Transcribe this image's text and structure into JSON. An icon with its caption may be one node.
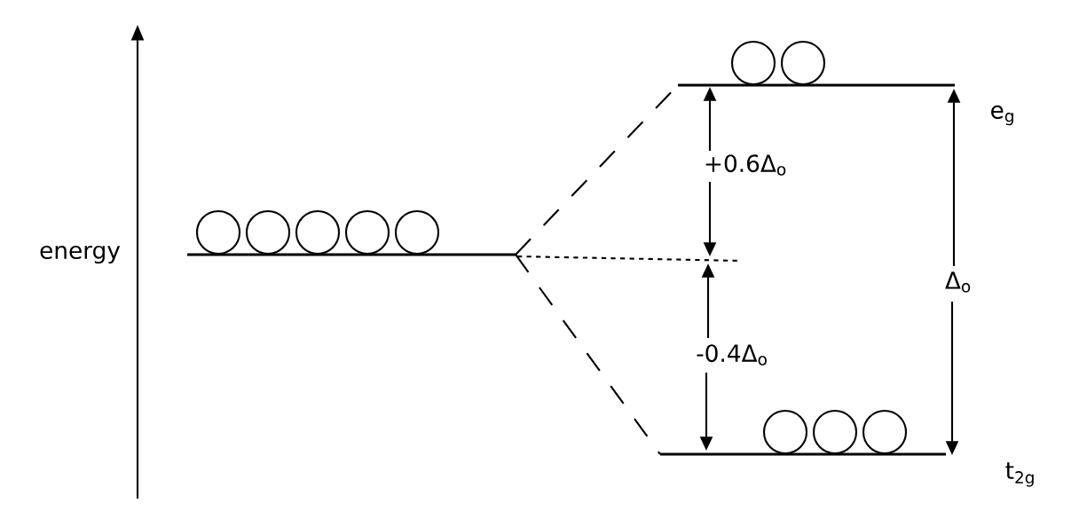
{
  "diagram": {
    "nodes": [
      {
        "text": [],
        "shape": "bar"
      },
      {
        "text": [],
        "shape": "bar",
        "beside": [
          "e$_{g}$"
        ]
      },
      {
        "text": [],
        "shape": "bar",
        "beside": [
          "t$_{2g}$"
        ]
      }
    ],
    "edges": [
      {
        "from": 0,
        "to": 1,
        "arrow": "none",
        "style": "dashed"
      },
      {
        "from": 0,
        "to": 2,
        "arrow": "none",
        "style": "dashed"
      }
    ],
    "labels": [
      "energy",
      "+0.6Δ$_{o}$",
      "Δ$_{o}$",
      "-0.4Δ$_{o}$"
    ]
  }
}
